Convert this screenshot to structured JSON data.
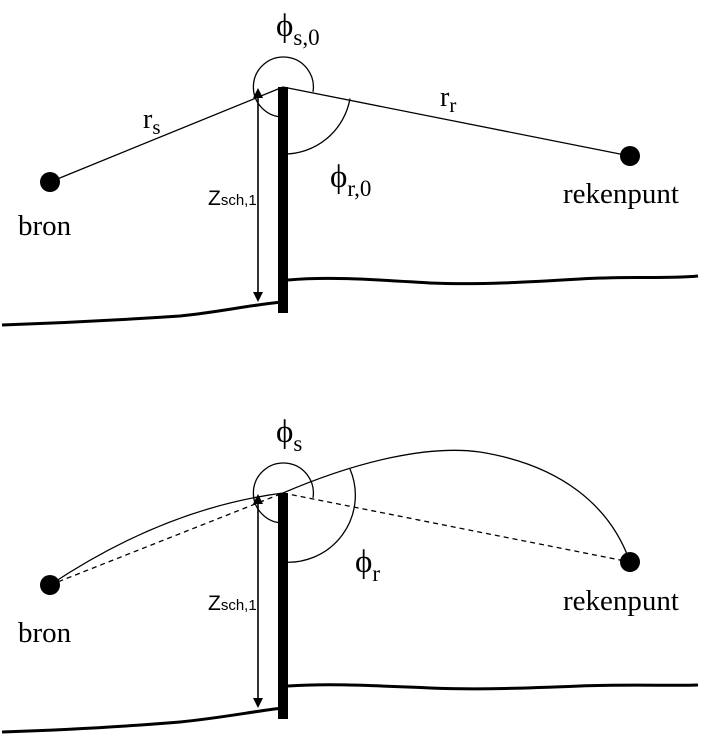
{
  "top_panel": {
    "source_label": "bron",
    "receiver_label": "rekenpunt",
    "rs_main": "r",
    "rs_sub": "s",
    "rr_main": "r",
    "rr_sub": "r",
    "phi_s_main": "ϕ",
    "phi_s_sub": "s,0",
    "phi_r_main": "ϕ",
    "phi_r_sub": "r,0",
    "z_main": "Z",
    "z_sub": "sch,1"
  },
  "bottom_panel": {
    "source_label": "bron",
    "receiver_label": "rekenpunt",
    "phi_s_main": "ϕ",
    "phi_s_sub": "s",
    "phi_r_main": "ϕ",
    "phi_r_sub": "r",
    "z_main": "Z",
    "z_sub": "sch,1"
  }
}
